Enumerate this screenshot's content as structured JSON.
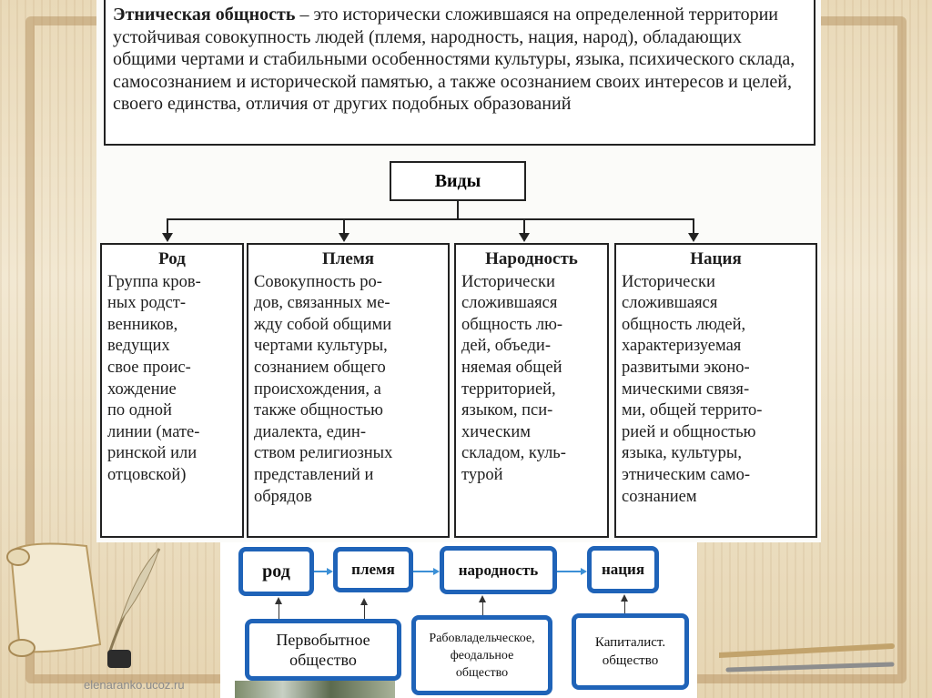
{
  "definition": {
    "term": "Этническая общность",
    "text": " – это исторически сложившаяся на определенной территории устойчивая совокупность людей (племя, народность, нация, народ), обладающих общими чертами и стабильными особенностями культуры, языка, психического склада, самосознанием и исторической памятью, а также осознанием своих интересов и целей, своего единства, отличия от других подобных образований"
  },
  "types_header": "Виды",
  "types": [
    {
      "title": "Род",
      "desc": "Группа кров-\nных родст-\nвенников,\nведущих\nсвое проис-\nхождение\nпо одной\nлинии (мате-\nринской или\nотцовской)"
    },
    {
      "title": "Племя",
      "desc": "Совокупность ро-\nдов, связанных ме-\nжду собой общими\nчертами культуры,\nсознанием общего\nпроисхождения, а\nтакже общностью\nдиалекта, един-\nством религиозных\nпредставлений и\nобрядов"
    },
    {
      "title": "Народность",
      "desc": "Исторически\nсложившаяся\nобщность лю-\nдей, объеди-\nняемая общей\nтерриторией,\nязыком, пси-\nхическим\nскладом, куль-\nтурой"
    },
    {
      "title": "Нация",
      "desc": "Исторически\nсложившаяся\nобщность людей,\nхарактеризуемая\nразвитыми эконо-\nмическими связя-\nми, общей террито-\nрией и общностью\nязыка, культуры,\nэтническим само-\nсознанием"
    }
  ],
  "scheme": {
    "stages": [
      "род",
      "племя",
      "народность",
      "нация"
    ],
    "societies": [
      "Первобытное\nобщество",
      "Рабовладельческое,\nфеодальное\nобщество",
      "Капиталист.\nобщество"
    ]
  },
  "watermark": "elenaranko.ucoz.ru",
  "colors": {
    "scheme_border": "#1f63b8",
    "scheme_arrow": "#3b8fd6"
  }
}
